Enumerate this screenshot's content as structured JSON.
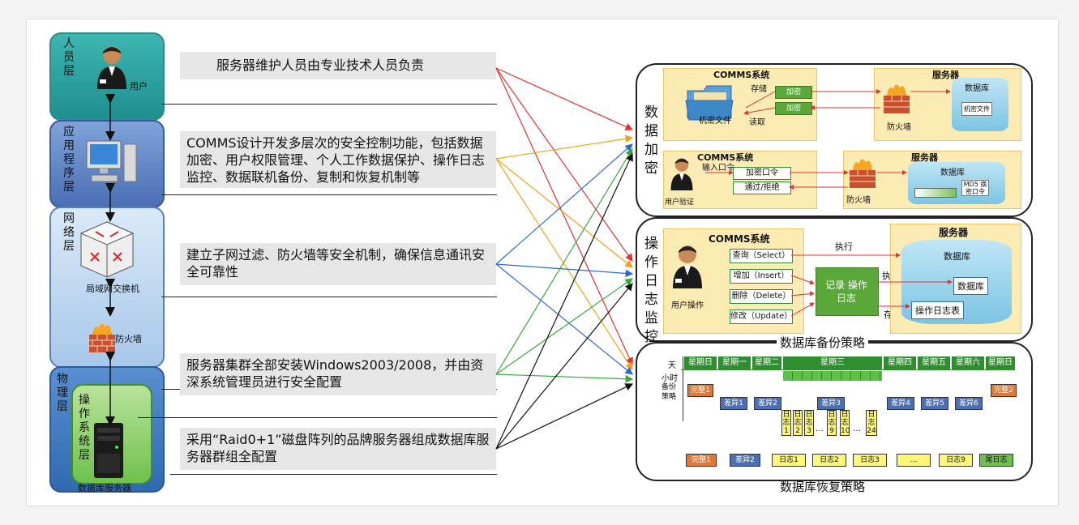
{
  "left_layers": {
    "personnel": {
      "title": "人员层",
      "icon_label": "用户"
    },
    "application": {
      "title": "应用程序层"
    },
    "network": {
      "title": "网络层",
      "switch_label": "局域网交换机",
      "firewall_label": "防火墙"
    },
    "physical": {
      "title": "物理层",
      "os_title": "操作系统层",
      "server_label": "数据库服务器"
    }
  },
  "descriptions": [
    "服务器维护人员由专业技术人员负责",
    "COMMS设计开发多层次的安全控制功能，包括数据加密、用户权限管理、个人工作数据保护、操作日志监控、数据联机备份、复制和恢复机制等",
    "建立子网过滤、防火墙等安全机制，确保信息通讯安全可靠性",
    "服务器集群全部安装Windows2003/2008，并由资深系统管理员进行安全配置",
    "采用“Raid0+1”磁盘阵列的品牌服务器组成数据库服务器群组全配置"
  ],
  "encryption": {
    "title": "数据加密",
    "top": {
      "system": "COMMS系统",
      "store": "存储",
      "encrypt1": "加密",
      "encrypt2": "加密",
      "read": "读取",
      "file_label": "机密文件",
      "server": "服务器",
      "firewall": "防火墙",
      "db": "数据库",
      "db_file": "机密文件"
    },
    "bottom": {
      "system": "COMMS系统",
      "input": "输入口令",
      "encrypt": "加密口令",
      "pass": "通过/拒绝",
      "user": "用户验证",
      "server": "服务器",
      "firewall": "防火墙",
      "db": "数据库",
      "md5": "MD5 换密口令"
    }
  },
  "monitoring": {
    "title": "操作日志监控",
    "system": "COMMS系统",
    "user": "用户操作",
    "ops": [
      "查询（Select）",
      "增加（Insert）",
      "删除（Delete）",
      "修改（Update）"
    ],
    "log": "记录 操作日志",
    "exec1": "执行",
    "exec2": "执行",
    "store": "存储",
    "server": "服务器",
    "db": "数据库",
    "db_item": "数据库",
    "log_table": "操作日志表"
  },
  "backup": {
    "title": "数据库备份策略",
    "row_day": "天",
    "row_hour": "小时",
    "row_policy": "备份策略",
    "days": [
      "星期日",
      "星期一",
      "星期二",
      "星期三",
      "星期四",
      "星期五",
      "星期六",
      "星期日"
    ],
    "full1": "完整1",
    "full2": "完整2",
    "diffs": [
      "差异1",
      "差异2",
      "差异3",
      "差异4",
      "差异5",
      "差异6"
    ],
    "logs": [
      "日志1",
      "日志2",
      "日志3",
      "…",
      "日志9",
      "日志10",
      "…",
      "日志24"
    ]
  },
  "recovery": {
    "title": "数据库恢复策略",
    "items": [
      "完整1",
      "差异2",
      "日志1",
      "日志2",
      "日志3",
      "…",
      "日志9",
      "尾日志"
    ]
  },
  "colors": {
    "teal": "#2e8b8b",
    "green": "#2f8f2f",
    "blue": "#4a6fb5",
    "orange": "#e0783a"
  }
}
